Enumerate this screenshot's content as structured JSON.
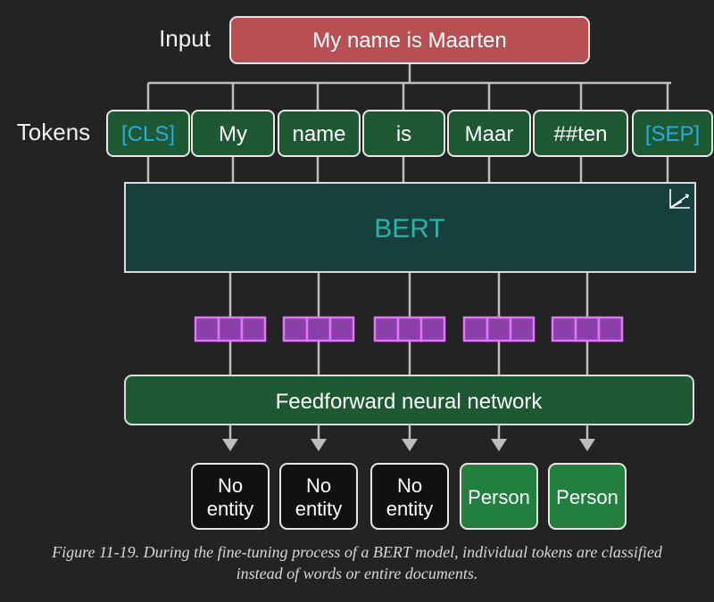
{
  "input": {
    "label": "Input",
    "text": "My name is Maarten"
  },
  "tokens": {
    "label": "Tokens",
    "items": [
      "[CLS]",
      "My",
      "name",
      "is",
      "Maar",
      "##ten",
      "[SEP]"
    ],
    "special": [
      true,
      false,
      false,
      false,
      false,
      false,
      true
    ]
  },
  "model": {
    "label": "BERT"
  },
  "network": {
    "label": "Feedforward neural network"
  },
  "outputs": [
    {
      "line1": "No",
      "line2": "entity",
      "is_entity": false
    },
    {
      "line1": "No",
      "line2": "entity",
      "is_entity": false
    },
    {
      "line1": "No",
      "line2": "entity",
      "is_entity": false
    },
    {
      "line1": "Person",
      "line2": "",
      "is_entity": true
    },
    {
      "line1": "Person",
      "line2": "",
      "is_entity": true
    }
  ],
  "embedding_count": 5,
  "caption": {
    "line1": "Figure 11-19. During the fine-tuning process of a BERT model, individual tokens are classified",
    "line2": "instead of words or entire documents."
  },
  "colors": {
    "background": "#232323",
    "input_fill": "#b84f52",
    "token_fill": "#1d5a34",
    "special_token_text": "#29abe0",
    "model_fill": "#163f3d",
    "model_text": "#2ab3a6",
    "embedding_fill": "#8b3fa8",
    "embedding_stroke": "#e274ff",
    "network_fill": "#1d5a34",
    "entity_fill": "#22803f",
    "no_entity_fill": "#111111",
    "connector": "#bdbdbd"
  }
}
